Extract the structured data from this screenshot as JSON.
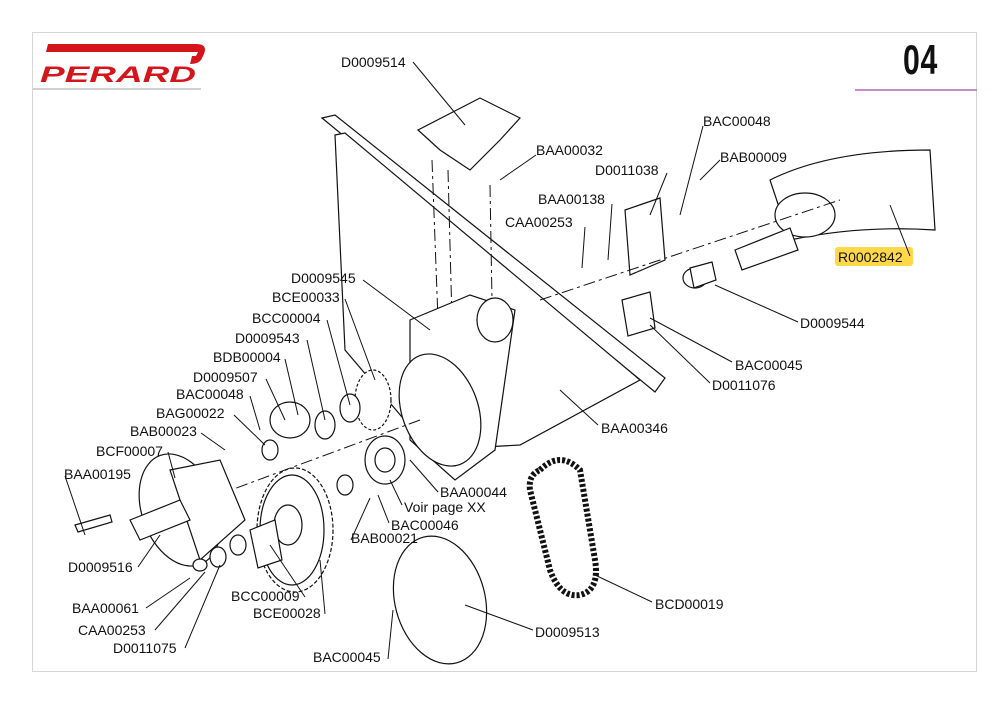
{
  "header": {
    "brand": "PERARD",
    "page_number": "04",
    "brand_color": "#d4151b",
    "accent_rule_color": "#c58bc8",
    "highlight_color": "#ffd84a"
  },
  "labels": {
    "d0009514": "D0009514",
    "baa00032": "BAA00032",
    "bac00048_top": "BAC00048",
    "d0011038": "D0011038",
    "bab00009": "BAB00009",
    "baa00138": "BAA00138",
    "caa00253_top": "CAA00253",
    "r0002842": "R0002842",
    "d0009545": "D0009545",
    "bce00033": "BCE00033",
    "bcc00004": "BCC00004",
    "d0009543": "D0009543",
    "bdb00004": "BDB00004",
    "d0009507": "D0009507",
    "bac00048_left": "BAC00048",
    "bag00022": "BAG00022",
    "bab00023": "BAB00023",
    "bcf00007": "BCF00007",
    "baa00195": "BAA00195",
    "d0009516": "D0009516",
    "baa00061": "BAA00061",
    "caa00253_bottom": "CAA00253",
    "d0011075": "D0011075",
    "bcc00009": "BCC00009",
    "bce00028": "BCE00028",
    "bac00045_bottom": "BAC00045",
    "d0009544": "D0009544",
    "bac00045_right": "BAC00045",
    "d0011076": "D0011076",
    "baa00346": "BAA00346",
    "baa00044": "BAA00044",
    "voir_page": "Voir page XX",
    "bac00046": "BAC00046",
    "bab00021": "BAB00021",
    "bcd00019": "BCD00019",
    "d0009513": "D0009513"
  }
}
